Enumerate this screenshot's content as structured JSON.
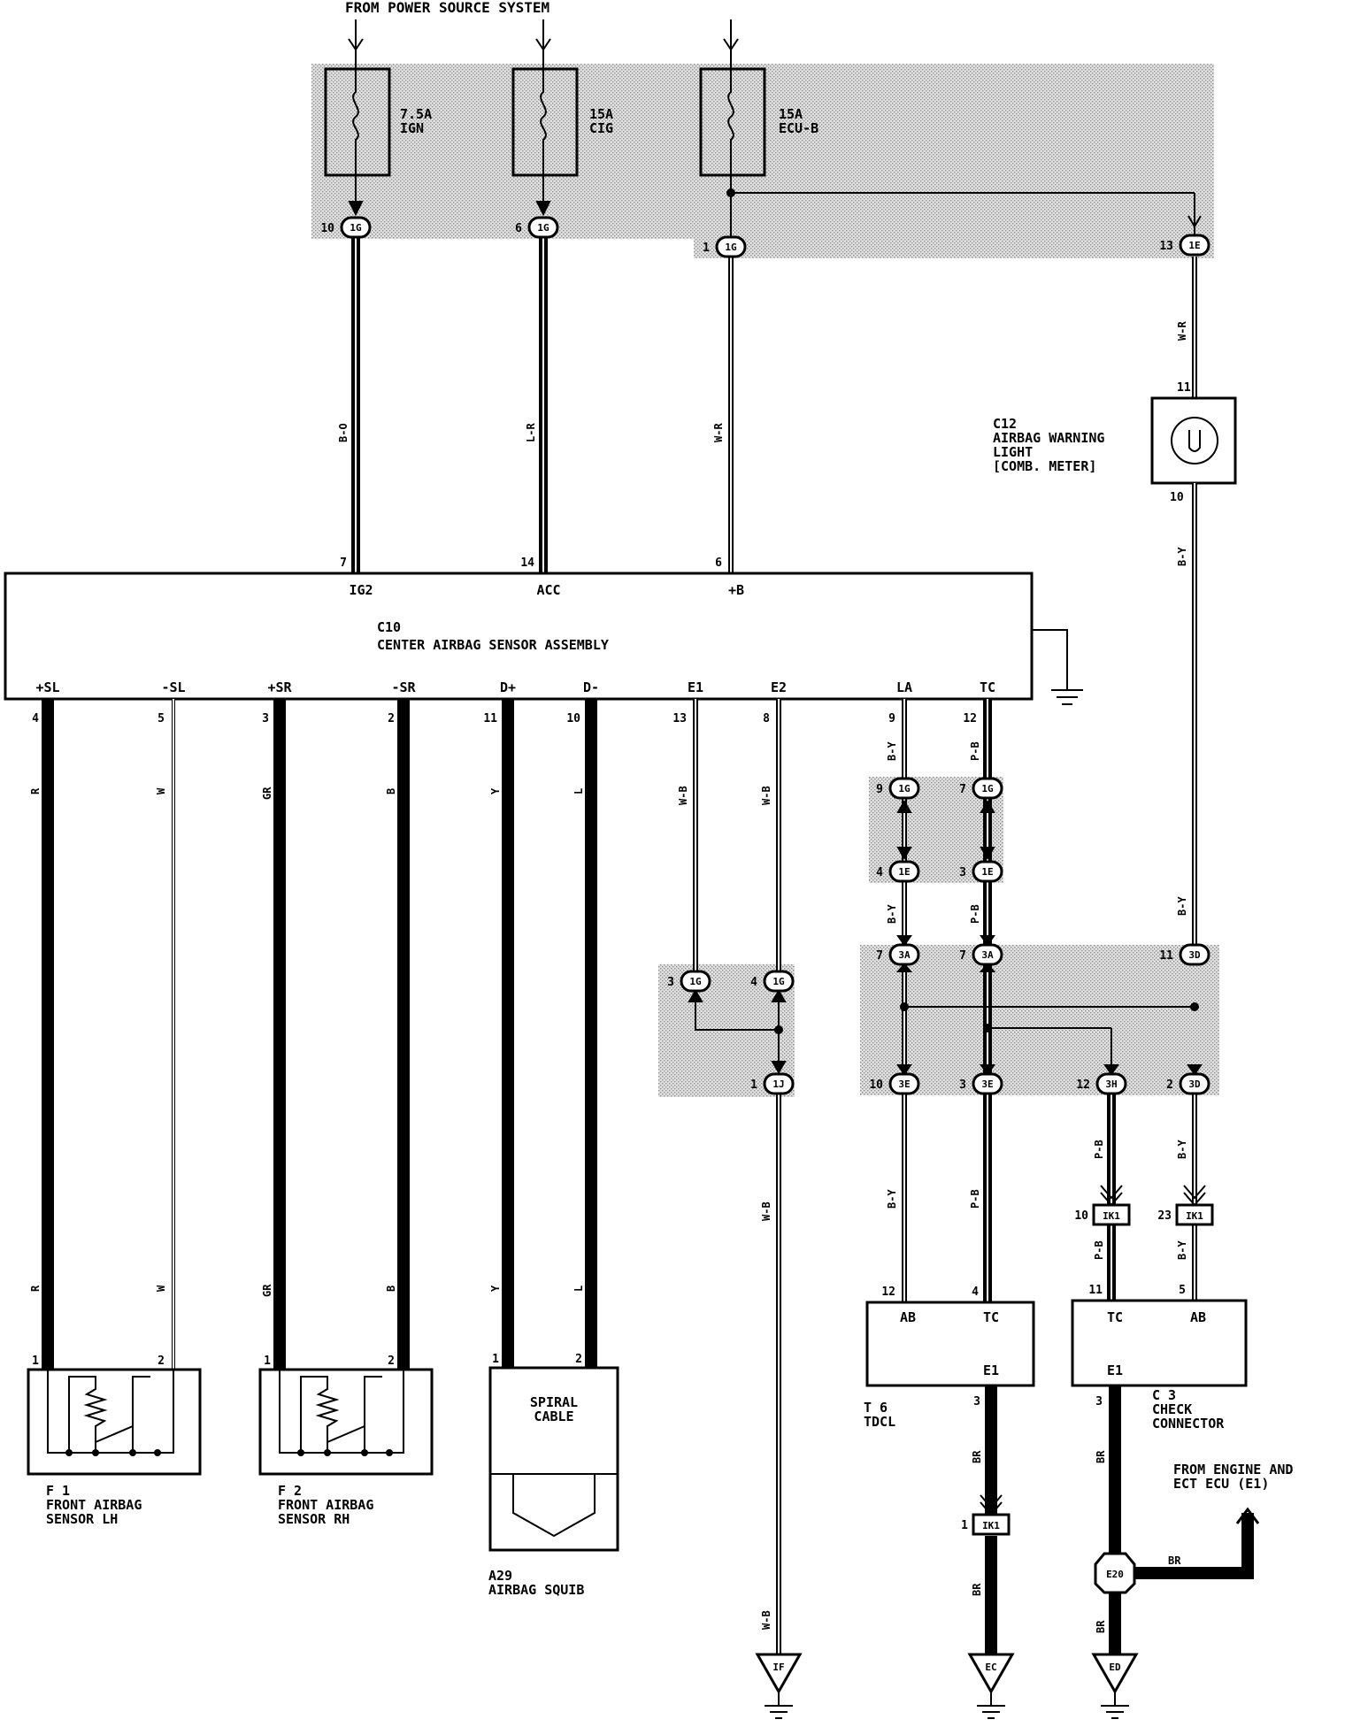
{
  "header": {
    "title": "FROM POWER SOURCE SYSTEM"
  },
  "fuses": [
    {
      "amp": "7.5A",
      "name": "IGN"
    },
    {
      "amp": "15A",
      "name": "CIG"
    },
    {
      "amp": "15A",
      "name": "ECU-B"
    }
  ],
  "junctions": {
    "j1": {
      "pin": "10",
      "code": "1G"
    },
    "j2": {
      "pin": "6",
      "code": "1G"
    },
    "j3": {
      "pin": "1",
      "code": "1G"
    },
    "j4": {
      "pin": "13",
      "code": "1E"
    },
    "j5": {
      "pin": "9",
      "code": "1G"
    },
    "j6": {
      "pin": "7",
      "code": "1G"
    },
    "j7": {
      "pin": "4",
      "code": "1E"
    },
    "j8": {
      "pin": "3",
      "code": "1E"
    },
    "j9": {
      "pin": "7",
      "code": "3A"
    },
    "j10": {
      "pin": "7",
      "code": "3A"
    },
    "j11": {
      "pin": "11",
      "code": "3D"
    },
    "j12": {
      "pin": "3",
      "code": "1G"
    },
    "j13": {
      "pin": "4",
      "code": "1G"
    },
    "j14": {
      "pin": "1",
      "code": "1J"
    },
    "j15": {
      "pin": "10",
      "code": "3E"
    },
    "j16": {
      "pin": "3",
      "code": "3E"
    },
    "j17": {
      "pin": "12",
      "code": "3H"
    },
    "j18": {
      "pin": "2",
      "code": "3D"
    }
  },
  "ik": {
    "ik1": {
      "pin": "10",
      "code": "IK1"
    },
    "ik2": {
      "pin": "23",
      "code": "IK1"
    },
    "ik3": {
      "pin": "1",
      "code": "IK1"
    }
  },
  "wire_colors": {
    "ign": "B-O",
    "acc": "L-R",
    "ecub": "W-R",
    "warn_in": "W-R",
    "warn_out": "B-Y",
    "sl_plus": "R",
    "sl_minus": "W",
    "sr_plus": "GR",
    "sr_minus": "B",
    "d_plus": "Y",
    "d_minus": "L",
    "e1": "W-B",
    "e2": "W-B",
    "la": "B-Y",
    "tc": "P-B",
    "e2_low": "W-B",
    "if_end": "W-B",
    "br": "BR",
    "tdcl_gnd_upper": "BR",
    "tdcl_gnd_lower": "BR",
    "check_gnd_upper": "BR",
    "check_gnd_lower": "BR",
    "ecu_gnd": "BR"
  },
  "c10": {
    "code": "C10",
    "name": "CENTER AIRBAG SENSOR ASSEMBLY",
    "top_terminals": [
      {
        "pin": "7",
        "label": "IG2"
      },
      {
        "pin": "14",
        "label": "ACC"
      },
      {
        "pin": "6",
        "label": "+B"
      }
    ],
    "bottom_terminals": [
      {
        "pin": "4",
        "label": "+SL"
      },
      {
        "pin": "5",
        "label": "-SL"
      },
      {
        "pin": "3",
        "label": "+SR"
      },
      {
        "pin": "2",
        "label": "-SR"
      },
      {
        "pin": "11",
        "label": "D+"
      },
      {
        "pin": "10",
        "label": "D-"
      },
      {
        "pin": "13",
        "label": "E1"
      },
      {
        "pin": "8",
        "label": "E2"
      },
      {
        "pin": "9",
        "label": "LA"
      },
      {
        "pin": "12",
        "label": "TC"
      }
    ]
  },
  "c12": {
    "code": "C12",
    "line1": "AIRBAG WARNING",
    "line2": "LIGHT",
    "line3": "[COMB. METER]",
    "pin_in": "11",
    "pin_out": "10"
  },
  "f1": {
    "code": "F 1",
    "line1": "FRONT AIRBAG",
    "line2": "SENSOR LH",
    "pin1": "1",
    "pin2": "2"
  },
  "f2": {
    "code": "F 2",
    "line1": "FRONT AIRBAG",
    "line2": "SENSOR RH",
    "pin1": "1",
    "pin2": "2"
  },
  "a29": {
    "code": "A29",
    "name": "AIRBAG SQUIB",
    "inner1": "SPIRAL",
    "inner2": "CABLE",
    "pin1": "1",
    "pin2": "2"
  },
  "t6": {
    "code": "T 6",
    "name": "TDCL",
    "ab": "AB",
    "tc": "TC",
    "e1": "E1",
    "pin_ab": "12",
    "pin_tc": "4",
    "pin_e1": "3"
  },
  "c3": {
    "code": "C 3",
    "line1": "CHECK",
    "line2": "CONNECTOR",
    "tc": "TC",
    "ab": "AB",
    "e1": "E1",
    "pin_tc": "11",
    "pin_ab": "5",
    "pin_e1": "3"
  },
  "ecu": {
    "line1": "FROM ENGINE AND",
    "line2": "ECT ECU (E1)"
  },
  "e20": "E20",
  "grounds": [
    "IF",
    "EC",
    "ED"
  ]
}
